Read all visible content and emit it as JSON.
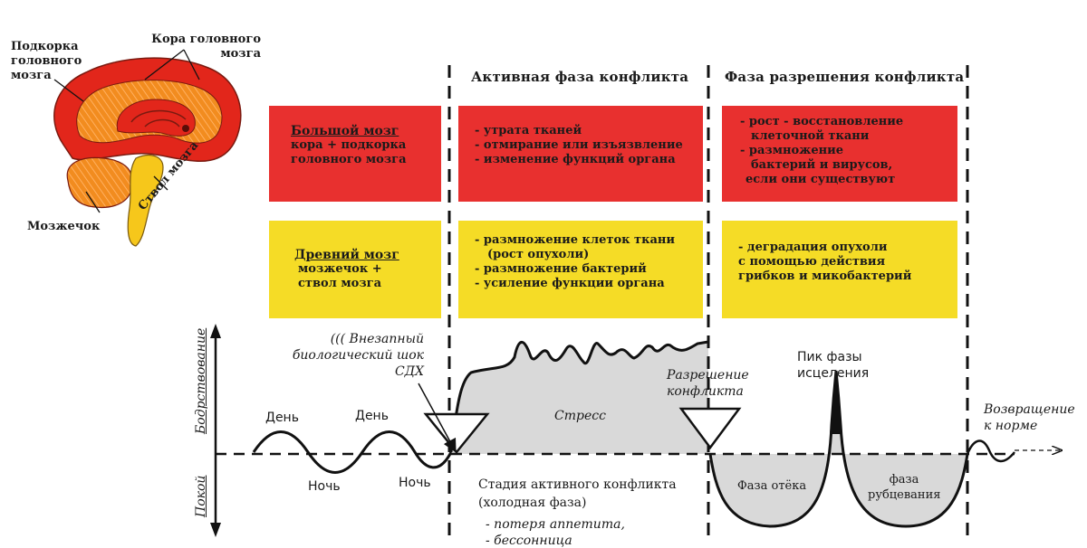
{
  "brain": {
    "label_subcortex": "Подкорка\nголовного\nмозга",
    "label_cortex": "Кора головного\nмозга",
    "label_cerebellum": "Мозжечок",
    "label_brainstem": "Ствол мозга"
  },
  "phases": {
    "active_header": "Активная фаза конфликта",
    "resolution_header": "Фаза разрешения конфликта"
  },
  "rows": {
    "cerebrum": {
      "title": "Большой мозг",
      "subtitle": "кора + подкорка\nголовного мозга",
      "active": [
        "- утрата тканей",
        "- отмирание или изъязвление",
        "- изменение функций органа"
      ],
      "resolution": [
        "- рост - восстановление",
        "клеточной ткани",
        "- размножение",
        "бактерий и вирусов,",
        "если они существуют"
      ]
    },
    "old_brain": {
      "title": "Древний мозг",
      "subtitle": "мозжечок +\nствол мозга",
      "active": [
        "- размножение клеток ткани",
        "(рост опухоли)",
        "- размножение бактерий",
        "- усиление функции органа"
      ],
      "resolution": [
        "- деградация опухоли",
        "с помощью действия",
        "грибков и микобактерий"
      ]
    }
  },
  "graph": {
    "axis_wake": "Бодрствование",
    "axis_rest": "Покой",
    "day1": "День",
    "day2": "День",
    "night1": "Ночь",
    "night2": "Ночь",
    "shock": "((( Внезапный\nбиологический шок\nСДХ",
    "stress": "Стресс",
    "resolution_event": "Разрешение\nконфликта",
    "healing_peak": "Пик фазы\nисцеления",
    "return": "Возвращение\nк норме",
    "edema_phase": "Фаза отёка",
    "scar_phase": "фаза\nрубцевания",
    "active_stage": "Стадия активного конфликта\n(холодная фаза)",
    "symptoms": [
      "- потеря аппетита,",
      "- бессонница"
    ]
  },
  "colors": {
    "red": "#e8302f",
    "yellow": "#f5dc26",
    "orange": "#f08a1e",
    "brain_red": "#e2261b",
    "stress_fill": "#d8d8d8"
  }
}
